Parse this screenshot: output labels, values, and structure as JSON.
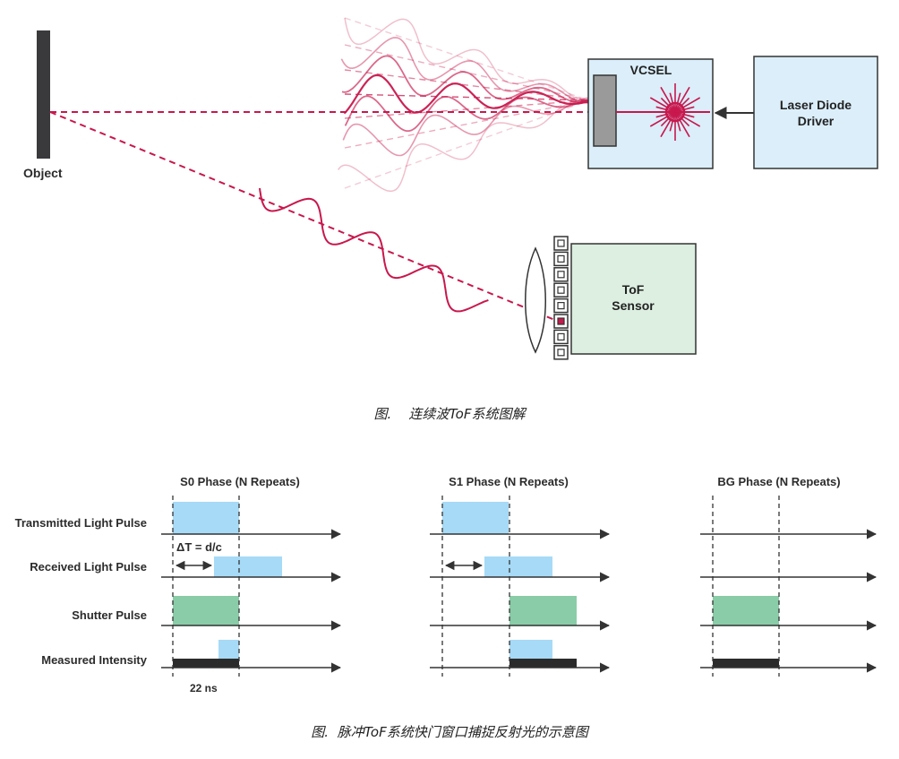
{
  "fig1": {
    "object_label": "Object",
    "vcsel_label": "VCSEL",
    "driver_label_line1": "Laser Diode",
    "driver_label_line2": "Driver",
    "sensor_label_line1": "ToF",
    "sensor_label_line2": "Sensor",
    "caption": "图.    连续波ToF系统图解"
  },
  "fig2": {
    "phases": [
      "S0 Phase (N Repeats)",
      "S1 Phase (N Repeats)",
      "BG Phase (N Repeats)"
    ],
    "rows": [
      "Transmitted Light Pulse",
      "Received Light Pulse",
      "Shutter Pulse",
      "Measured Intensity"
    ],
    "delta_label": "ΔT = d/c",
    "pulse_width_label": "22 ns",
    "caption": "图.  脉冲ToF系统快门窗口捕捉反射光的示意图"
  },
  "colors": {
    "laser": "#c8184d",
    "light_blue_box": "#dbeefa",
    "light_green_box": "#dcefe0",
    "pulse_blue": "#a6daf6",
    "pulse_green": "#89cca7",
    "intensity_bar": "#2b2b2b",
    "object_bar": "#3a3a3d"
  }
}
